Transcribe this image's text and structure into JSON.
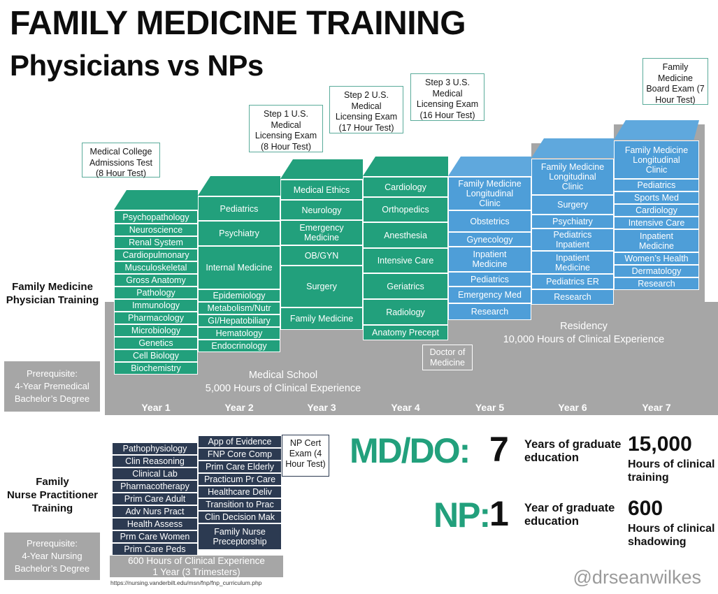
{
  "title": {
    "main": "FAMILY MEDICINE TRAINING",
    "sub": "Physicians vs NPs"
  },
  "callouts": [
    {
      "name": "mcat",
      "text": "Medical College\nAdmissions Test\n(8 Hour Test)"
    },
    {
      "name": "step1",
      "text": "Step 1 U.S.\nMedical\nLicensing Exam\n(8 Hour Test)"
    },
    {
      "name": "step2",
      "text": "Step 2 U.S.\nMedical\nLicensing Exam\n(17 Hour Test)"
    },
    {
      "name": "step3",
      "text": "Step 3 U.S.\nMedical\nLicensing Exam\n(16 Hour Test)"
    },
    {
      "name": "boards",
      "text": "Family\nMedicine\nBoard Exam\n(7 Hour Test)"
    },
    {
      "name": "md",
      "text": "Doctor of\nMedicine"
    },
    {
      "name": "npcert",
      "text": "NP Cert\nExam\n(4 Hour\nTest)"
    }
  ],
  "side_labels": {
    "physician": "Family Medicine\nPhysician Training",
    "np": "Family\nNurse Practitioner\nTraining",
    "physician_prereq": "Prerequisite:\n4-Year Premedical\nBachelor’s Degree",
    "np_prereq": "Prerequisite:\n4-Year Nursing\nBachelor’s Degree"
  },
  "base": {
    "med_school_title": "Medical School",
    "med_school_hours": "5,000 Hours of Clinical Experience",
    "residency_title": "Residency",
    "residency_hours": "10,000 Hours of Clinical Experience",
    "years": [
      "Year 1",
      "Year 2",
      "Year 3",
      "Year 4",
      "Year 5",
      "Year 6",
      "Year 7"
    ]
  },
  "colors": {
    "green": "#22a07c",
    "blue": "#4e9ed8",
    "gray": "#a6a6a6",
    "navy": "#2c3a51",
    "accent_text": "#22a07c"
  },
  "columns": [
    {
      "name": "year-1",
      "phase": "green",
      "items": [
        "Psychopathology",
        "Neuroscience",
        "Renal System",
        "Cardiopulmonary",
        "Musculoskeletal",
        "Gross Anatomy",
        "Pathology",
        "Immunology",
        "Pharmacology",
        "Microbiology",
        "Genetics",
        "Cell Biology",
        "Biochemistry"
      ]
    },
    {
      "name": "year-2",
      "phase": "green",
      "items": [
        "Pediatrics",
        "Psychiatry",
        "Internal Medicine",
        "Epidemiology",
        "Metabolism/Nutr",
        "GI/Hepatobiliary",
        "Hematology",
        "Endocrinology"
      ]
    },
    {
      "name": "year-3",
      "phase": "green",
      "items": [
        "Medical Ethics",
        "Neurology",
        "Emergency\nMedicine",
        "OB/GYN",
        "Surgery",
        "Family Medicine"
      ]
    },
    {
      "name": "year-4",
      "phase": "green",
      "items": [
        "Cardiology",
        "Orthopedics",
        "Anesthesia",
        "Intensive Care",
        "Geriatrics",
        "Radiology",
        "Anatomy Precept"
      ]
    },
    {
      "name": "year-5",
      "phase": "blue",
      "items": [
        "Family  Medicine\nLongitudinal\nClinic",
        "Obstetrics",
        "Gynecology",
        "Inpatient\nMedicine",
        "Pediatrics",
        "Emergency Med",
        "Research"
      ]
    },
    {
      "name": "year-6",
      "phase": "blue",
      "items": [
        "Family Medicine\nLongitudinal\nClinic",
        "Surgery",
        "Psychiatry",
        "Pediatrics\nInpatient",
        "Inpatient\nMedicine",
        "Pediatrics ER",
        "Research"
      ]
    },
    {
      "name": "year-7",
      "phase": "blue",
      "items": [
        "Family Medicine\nLongitudinal\nClinic",
        "Pediatrics",
        "Sports Med",
        "Cardiology",
        "Intensive Care",
        "Inpatient\nMedicine",
        "Women’s Health",
        "Dermatology",
        "Research"
      ]
    }
  ],
  "np": {
    "column_a": [
      "Pathophysiology",
      "Clin Reasoning",
      "Clinical Lab",
      "Pharmacotherapy",
      "Prim Care Adult",
      "Adv Nurs Pract",
      "Health Assess",
      "Prm Care Women",
      "Prim Care Peds"
    ],
    "column_b": [
      "App of Evidence",
      "FNP Core Comp",
      "Prim Care Elderly",
      "Practicum Pr Care",
      "Healthcare Deliv",
      "Transition to Prac",
      "Clin Decision Mak",
      "Family Nurse\nPreceptorship"
    ],
    "base_line1": "600 Hours of Clinical Experience",
    "base_line2": "1 Year (3 Trimesters)",
    "source": "https://nursing.vanderbilt.edu/msn/fnp/fnp_curriculum.php"
  },
  "summary": {
    "md_label": "MD/DO:",
    "md_years": "7",
    "md_years_text": "Years of graduate\neducation",
    "md_hours": "15,000",
    "md_hours_text": "Hours of clinical\ntraining",
    "np_label": "NP:",
    "np_years": "1",
    "np_years_text": "Year of graduate\neducation",
    "np_hours": "600",
    "np_hours_text": "Hours of clinical\nshadowing"
  },
  "handle": "@drseanwilkes"
}
